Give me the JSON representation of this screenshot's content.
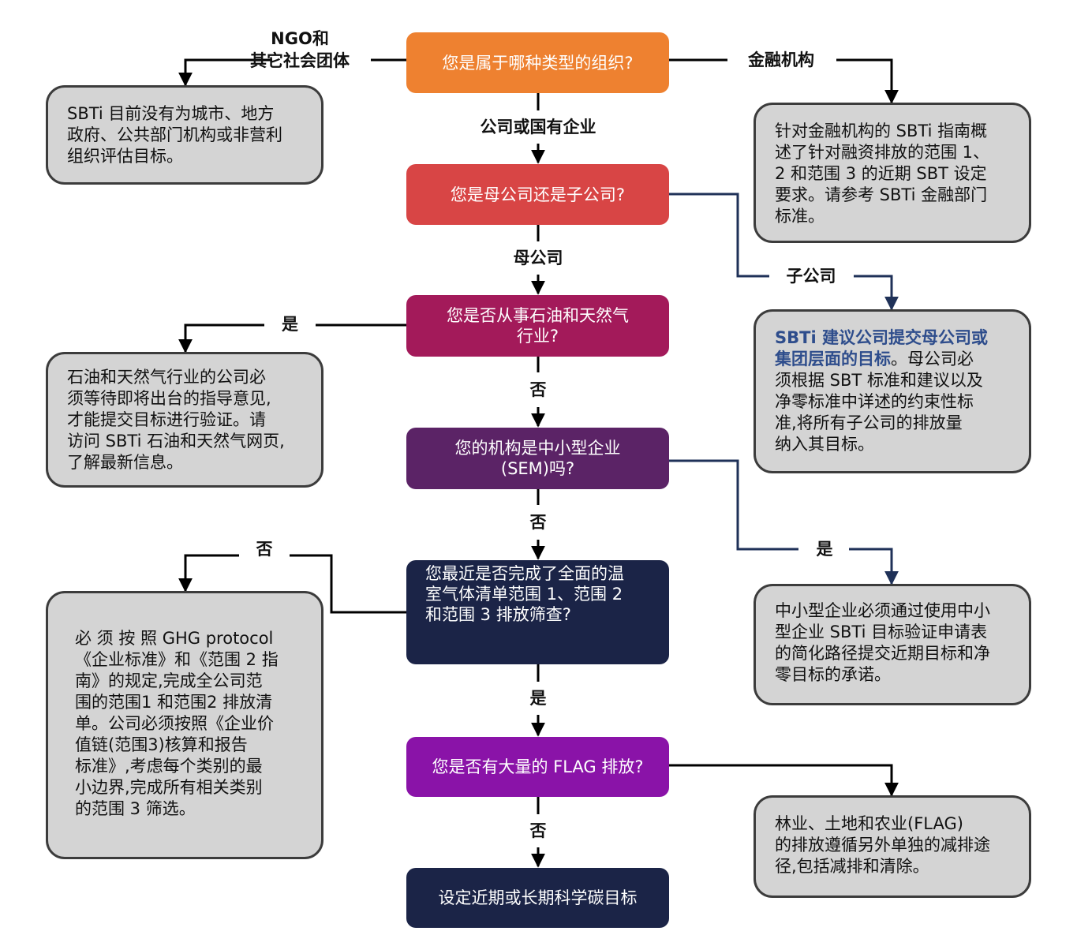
{
  "colors": {
    "q1": "#ee8130",
    "q2": "#d84545",
    "q3": "#a31a5a",
    "q4": "#5b2366",
    "q5": "#1b2447",
    "q6": "#8a13a8",
    "q7": "#1b2447",
    "note_bg": "#d4d4d4",
    "note_border": "#3c3c3c",
    "highlight": "#2e4d8c"
  },
  "questions": {
    "q1": "您是属于哪种类型的组织?",
    "q2": "您是母公司还是子公司?",
    "q3_l1": "您是否从事石油和天然气",
    "q3_l2": "行业?",
    "q4_l1": "您的机构是中小型企业",
    "q4_l2": "(SEM)吗?",
    "q5_l1": "您最近是否完成了全面的温",
    "q5_l2": "室气体清单范围 1、范围 2",
    "q5_l3": "和范围 3 排放筛查?",
    "q6": "您是否有大量的 FLAG 排放?",
    "q7": "设定近期或长期科学碳目标"
  },
  "labels": {
    "ngo_l1": "NGO和",
    "ngo_l2": "其它社会团体",
    "financial": "金融机构",
    "company": "公司或国有企业",
    "parent": "母公司",
    "subsidiary": "子公司",
    "yes_oil": "是",
    "no_oil": "否",
    "no_sme": "否",
    "yes_sme": "是",
    "no_ghg": "否",
    "yes_ghg": "是",
    "no_flag": "否"
  },
  "notes": {
    "ngo": [
      "SBTi 目前没有为城市、地方",
      "政府、公共部门机构或非营利",
      "组织评估目标。"
    ],
    "financial": [
      "针对金融机构的 SBTi 指南概",
      "述了针对融资排放的范围 1、",
      "2 和范围 3 的近期 SBT 设定",
      "要求。请参考 SBTi 金融部门",
      "标准。"
    ],
    "subsidiary_hl1": "SBTi 建议公司提交母公司或",
    "subsidiary_hl2": "集团层面的目标",
    "subsidiary_rest": [
      "。母公司必",
      "须根据 SBT 标准和建议以及",
      "净零标准中详述的约束性标",
      "准,将所有子公司的排放量",
      "纳入其目标。"
    ],
    "oil": [
      "石油和天然气行业的公司必",
      "须等待即将出台的指导意见,",
      "才能提交目标进行验证。请",
      "访问 SBTi 石油和天然气网页,",
      "了解最新信息。"
    ],
    "sme": [
      "中小型企业必须通过使用中小",
      "型企业 SBTi 目标验证申请表",
      "的简化路径提交近期目标和净",
      "零目标的承诺。"
    ],
    "ghg": [
      "必 须 按 照 GHG   protocol",
      "《企业标准》和《范围 2 指",
      "南》的规定,完成全公司范",
      "围的范围1 和范围2 排放清",
      "单。公司必须按照《企业价",
      "值链(范围3)核算和报告",
      "标准》,考虑每个类别的最",
      "小边界,完成所有相关类别",
      "的范围 3 筛选。"
    ],
    "flag": [
      "林业、土地和农业(FLAG)",
      "的排放遵循另外单独的减排途",
      "径,包括减排和清除。"
    ]
  }
}
